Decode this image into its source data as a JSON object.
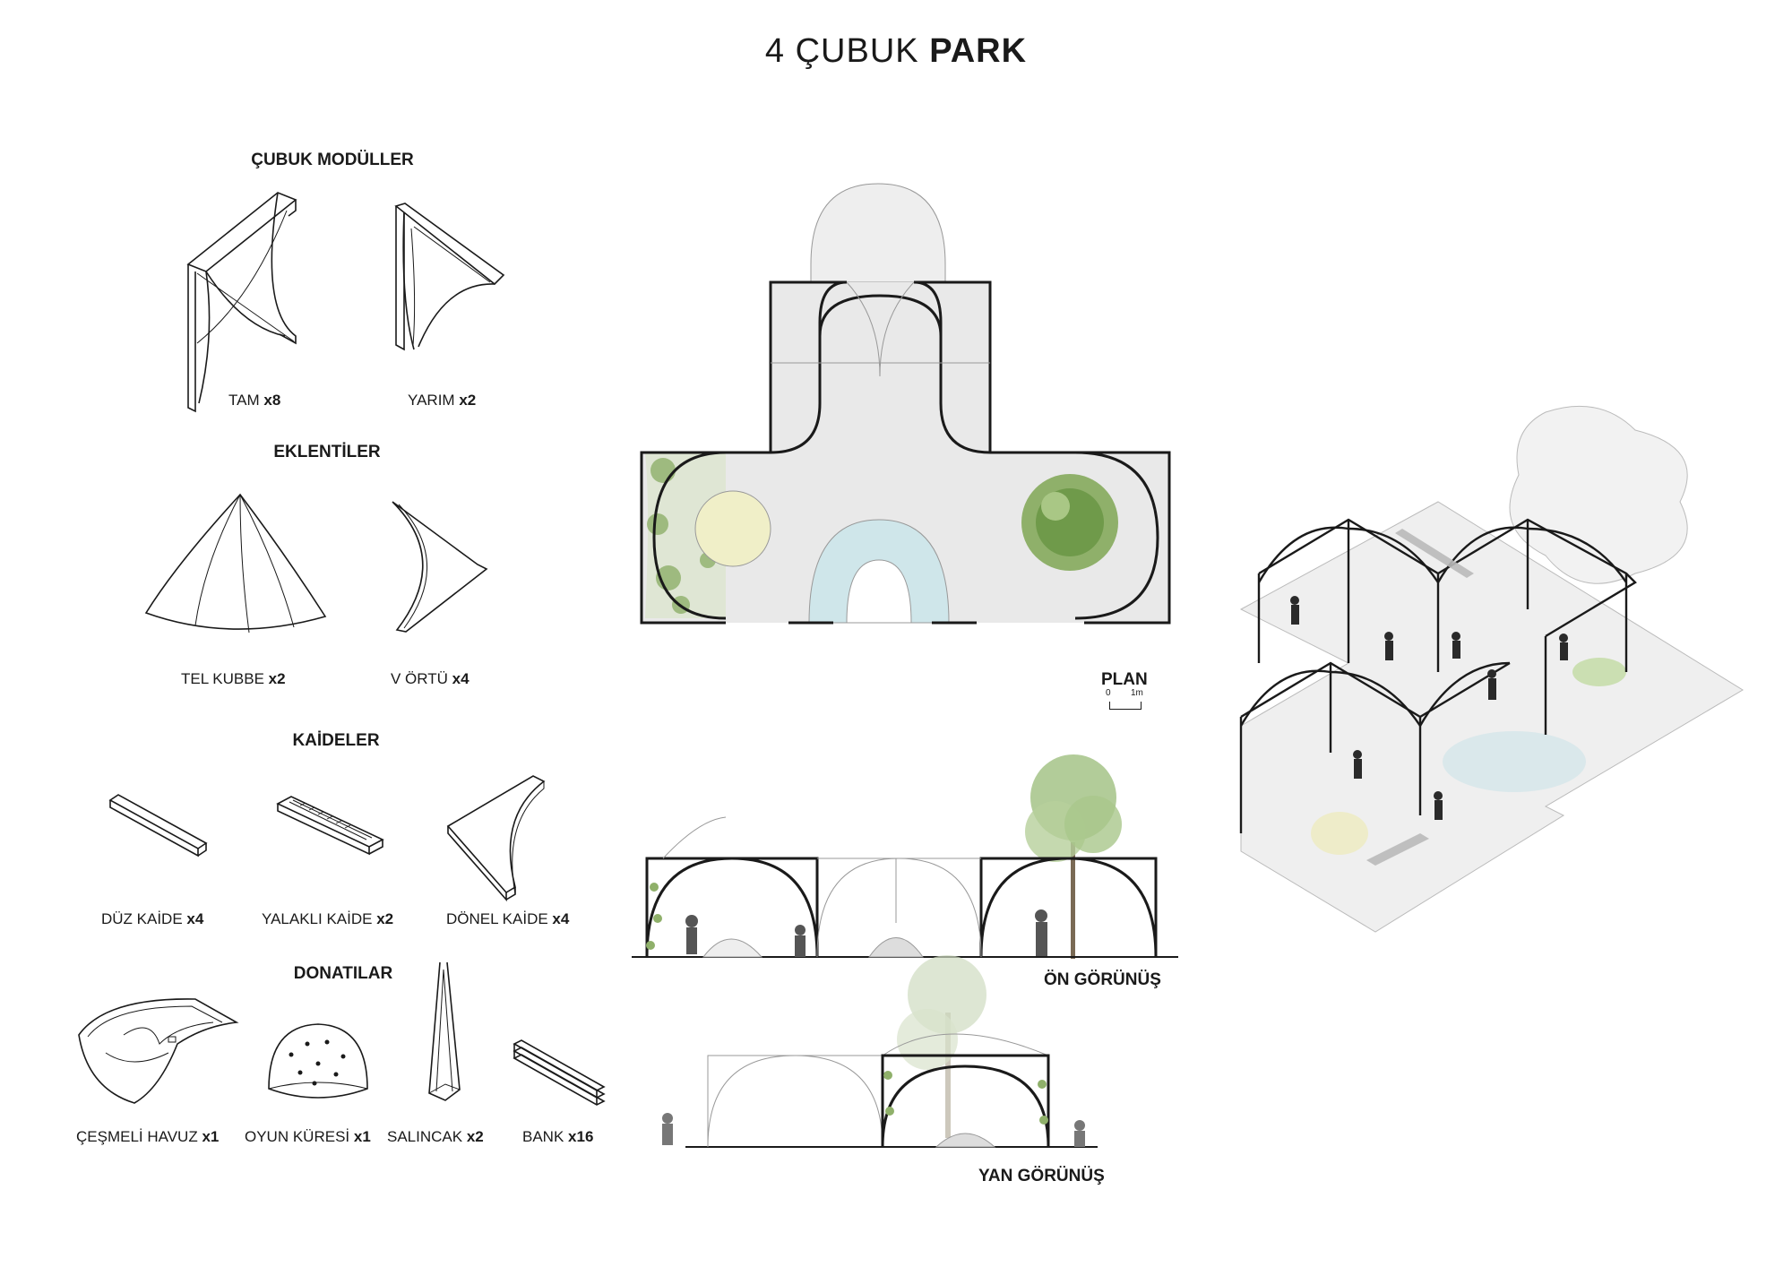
{
  "title": {
    "prefix": "4 ÇUBUK",
    "bold": "PARK"
  },
  "sections": {
    "modules": "ÇUBUK MODÜLLER",
    "addons": "EKLENTİLER",
    "bases": "KAİDELER",
    "fixtures": "DONATILAR"
  },
  "items": {
    "tam": {
      "name": "TAM",
      "qty": "x8"
    },
    "yarim": {
      "name": "YARIM",
      "qty": "x2"
    },
    "tel_kubbe": {
      "name": "TEL KUBBE",
      "qty": "x2"
    },
    "v_ortu": {
      "name": "V ÖRTÜ",
      "qty": "x4"
    },
    "duz_kaide": {
      "name": "DÜZ KAİDE",
      "qty": "x4"
    },
    "yalakli_kaide": {
      "name": "YALAKLI KAİDE",
      "qty": "x2"
    },
    "donel_kaide": {
      "name": "DÖNEL KAİDE",
      "qty": "x4"
    },
    "havuz": {
      "name": "ÇEŞMELİ HAVUZ",
      "qty": "x1"
    },
    "oyun_kuresi": {
      "name": "OYUN KÜRESİ",
      "qty": "x1"
    },
    "salincak": {
      "name": "SALINCAK",
      "qty": "x2"
    },
    "bank": {
      "name": "BANK",
      "qty": "x16"
    }
  },
  "views": {
    "plan": "PLAN",
    "scale_zero": "0",
    "scale_one": "1m",
    "front": "ÖN GÖRÜNÜŞ",
    "side": "YAN GÖRÜNÜŞ"
  },
  "colors": {
    "line": "#1a1a1a",
    "floor": "#e9e9e9",
    "pool": "#cfe6ea",
    "sphere": "#f0efc8",
    "tree": "#6f9a4a",
    "lawn": "#bfd9a6"
  }
}
